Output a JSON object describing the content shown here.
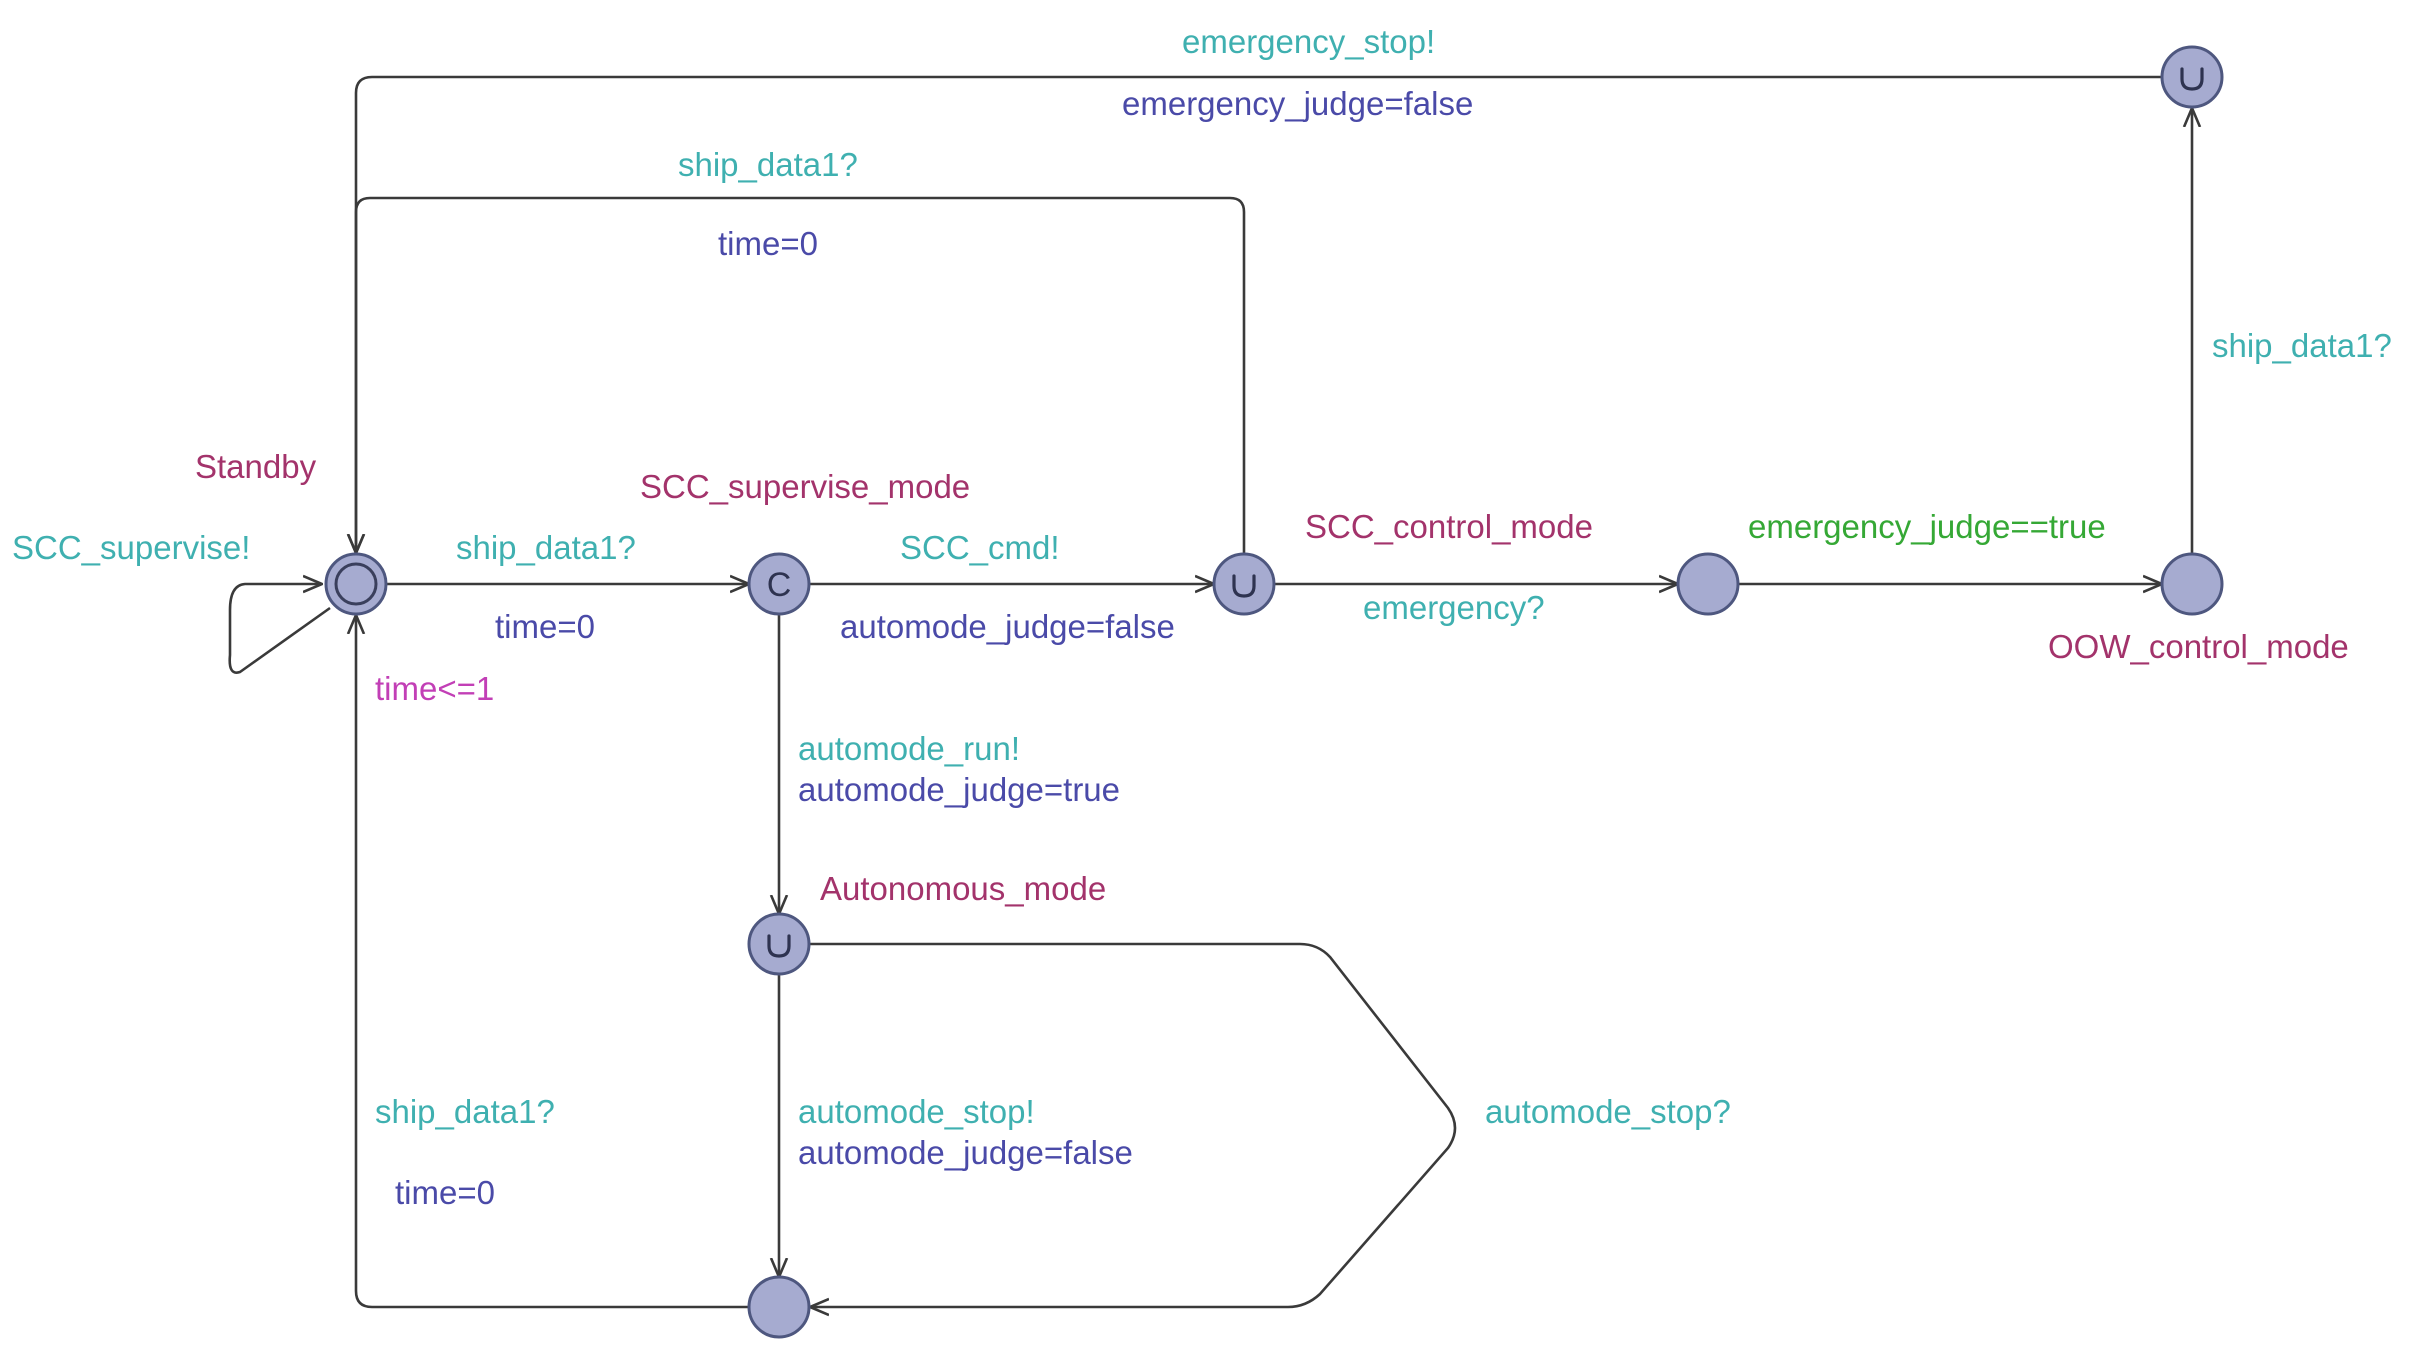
{
  "colors": {
    "location": "#a3336b",
    "sync": "#3fb0b0",
    "update": "#4a4aa8",
    "invariant": "#c23fb6",
    "guard": "#35a835",
    "node_fill": "#a6abd0",
    "node_stroke": "#4e577f",
    "edge": "#3a3a3a"
  },
  "locations": {
    "standby": "Standby",
    "supervise": "SCC_supervise_mode",
    "control": "SCC_control_mode",
    "oow": "OOW_control_mode",
    "autonomous": "Autonomous_mode"
  },
  "node_markers": {
    "standby": "initial",
    "supervise": "committed",
    "control": "urgent",
    "emergency_wait": "normal",
    "oow": "normal",
    "top_right": "urgent",
    "autonomous": "urgent",
    "bottom": "normal"
  },
  "node_marker_glyphs": {
    "committed": "C",
    "urgent": "U"
  },
  "invariants": {
    "standby": "time<=1"
  },
  "edges": {
    "self_loop_sync": "SCC_supervise!",
    "standby_to_supervise_sync": "ship_data1?",
    "standby_to_supervise_update": "time=0",
    "supervise_to_control_sync": "SCC_cmd!",
    "supervise_to_control_update": "automode_judge=false",
    "control_to_standby_sync": "ship_data1?",
    "control_to_standby_update": "time=0",
    "control_to_wait_sync": "emergency?",
    "wait_to_oow_guard": "emergency_judge==true",
    "oow_to_top_sync": "ship_data1?",
    "top_to_standby_sync": "emergency_stop!",
    "top_to_standby_update": "emergency_judge=false",
    "supervise_to_auto_sync": "automode_run!",
    "supervise_to_auto_update": "automode_judge=true",
    "auto_to_bottom_sync": "automode_stop!",
    "auto_to_bottom_update": "automode_judge=false",
    "auto_to_bottom_alt_sync": "automode_stop?",
    "bottom_to_standby_sync": "ship_data1?",
    "bottom_to_standby_update": "time=0"
  }
}
